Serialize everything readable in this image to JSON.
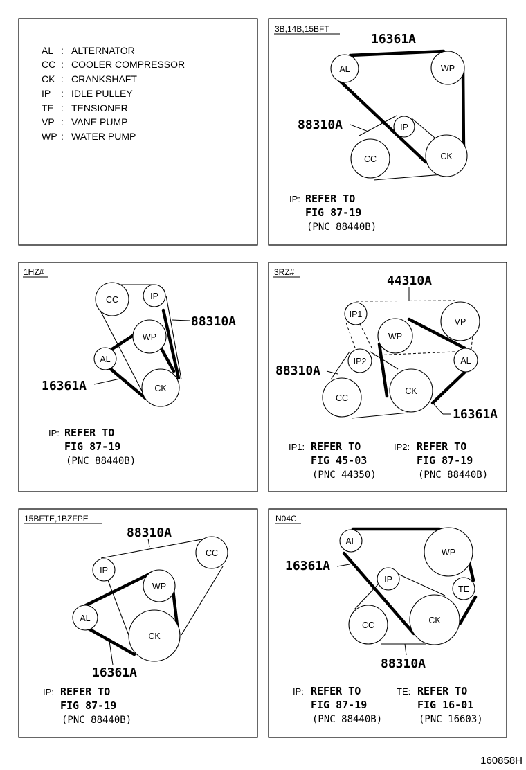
{
  "legend": {
    "items": [
      {
        "code": "AL",
        "sep": ":",
        "name": "ALTERNATOR"
      },
      {
        "code": "CC",
        "sep": ":",
        "name": "COOLER COMPRESSOR"
      },
      {
        "code": "CK",
        "sep": ":",
        "name": "CRANKSHAFT"
      },
      {
        "code": "IP",
        "sep": ":",
        "name": "IDLE PULLEY"
      },
      {
        "code": "TE",
        "sep": ":",
        "name": "TENSIONER"
      },
      {
        "code": "VP",
        "sep": ":",
        "name": "VANE PUMP"
      },
      {
        "code": "WP",
        "sep": ":",
        "name": "WATER PUMP"
      }
    ]
  },
  "panel_1": {
    "tag": "3B,14B,15BFT",
    "pulleys": {
      "al": "AL",
      "wp": "WP",
      "ip": "IP",
      "cc": "CC",
      "ck": "CK"
    },
    "part_a": "16361A",
    "part_b": "88310A",
    "ref": {
      "prefix": "IP:",
      "line1": "REFER TO",
      "line2": "FIG 87-19",
      "line3": "(PNC 88440B)"
    }
  },
  "panel_2": {
    "tag": "1HZ#",
    "pulleys": {
      "cc": "CC",
      "ip": "IP",
      "wp": "WP",
      "al": "AL",
      "ck": "CK"
    },
    "part_a": "88310A",
    "part_b": "16361A",
    "ref": {
      "prefix": "IP:",
      "line1": "REFER TO",
      "line2": "FIG 87-19",
      "line3": "(PNC 88440B)"
    }
  },
  "panel_3": {
    "tag": "3RZ#",
    "pulleys": {
      "ip1": "IP1",
      "vp": "VP",
      "wp": "WP",
      "ip2": "IP2",
      "al": "AL",
      "cc": "CC",
      "ck": "CK"
    },
    "part_a": "44310A",
    "part_b": "88310A",
    "part_c": "16361A",
    "ref1": {
      "prefix": "IP1:",
      "line1": "REFER TO",
      "line2": "FIG 45-03",
      "line3": "(PNC 44350)"
    },
    "ref2": {
      "prefix": "IP2:",
      "line1": "REFER TO",
      "line2": "FIG 87-19",
      "line3": "(PNC 88440B)"
    }
  },
  "panel_4": {
    "tag": "15BFTE,1BZFPE",
    "pulleys": {
      "ip": "IP",
      "cc": "CC",
      "wp": "WP",
      "al": "AL",
      "ck": "CK"
    },
    "part_a": "88310A",
    "part_b": "16361A",
    "ref": {
      "prefix": "IP:",
      "line1": "REFER TO",
      "line2": "FIG 87-19",
      "line3": "(PNC 88440B)"
    }
  },
  "panel_5": {
    "tag": "N04C",
    "pulleys": {
      "al": "AL",
      "wp": "WP",
      "ip": "IP",
      "te": "TE",
      "cc": "CC",
      "ck": "CK"
    },
    "part_a": "16361A",
    "part_b": "88310A",
    "ref1": {
      "prefix": "IP:",
      "line1": "REFER TO",
      "line2": "FIG 87-19",
      "line3": "(PNC 88440B)"
    },
    "ref2": {
      "prefix": "TE:",
      "line1": "REFER TO",
      "line2": "FIG 16-01",
      "line3": "(PNC 16603)"
    }
  },
  "footer": {
    "code": "160858H"
  }
}
